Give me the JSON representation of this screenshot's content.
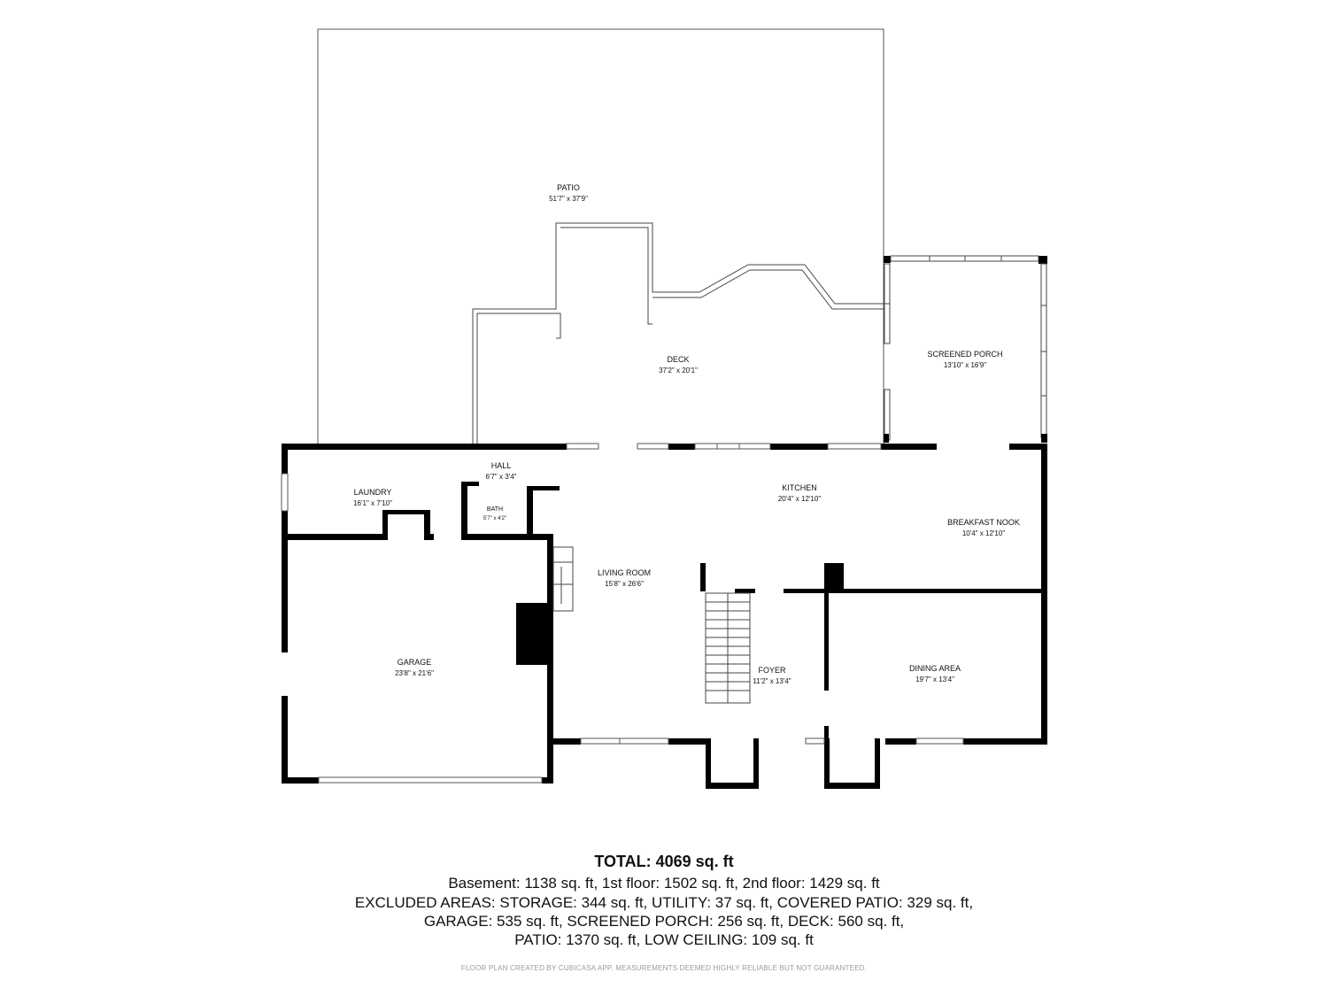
{
  "rooms": {
    "patio": {
      "name": "PATIO",
      "dims": "51'7\" x 37'9\""
    },
    "deck": {
      "name": "DECK",
      "dims": "37'2\" x 20'1\""
    },
    "screened_porch": {
      "name": "SCREENED PORCH",
      "dims": "13'10\" x 16'9\""
    },
    "hall": {
      "name": "HALL",
      "dims": "6'7\" x 3'4\""
    },
    "laundry": {
      "name": "LAUNDRY",
      "dims": "16'1\" x 7'10\""
    },
    "bath": {
      "name": "BATH",
      "dims": "5'7\" x 4'2\""
    },
    "kitchen": {
      "name": "KITCHEN",
      "dims": "20'4\" x 12'10\""
    },
    "breakfast_nook": {
      "name": "BREAKFAST NOOK",
      "dims": "10'4\" x 12'10\""
    },
    "living_room": {
      "name": "LIVING ROOM",
      "dims": "15'8\" x 26'6\""
    },
    "garage": {
      "name": "GARAGE",
      "dims": "23'8\" x 21'6\""
    },
    "foyer": {
      "name": "FOYER",
      "dims": "11'2\" x 13'4\""
    },
    "dining_area": {
      "name": "DINING AREA",
      "dims": "19'7\" x 13'4\""
    }
  },
  "summary": {
    "total": "TOTAL: 4069 sq. ft",
    "line1": "Basement: 1138 sq. ft, 1st floor: 1502 sq. ft, 2nd floor: 1429 sq. ft",
    "line2": "EXCLUDED AREAS: STORAGE: 344 sq. ft, UTILITY: 37 sq. ft, COVERED PATIO: 329 sq. ft,",
    "line3": "GARAGE: 535 sq. ft, SCREENED PORCH: 256 sq. ft, DECK: 560 sq. ft,",
    "line4": "PATIO: 1370 sq. ft, LOW CEILING: 109 sq. ft"
  },
  "disclaimer": "FLOOR PLAN CREATED BY CUBICASA APP. MEASUREMENTS DEEMED HIGHLY RELIABLE BUT NOT GUARANTEED.",
  "colors": {
    "wall": "#000000",
    "thin_line": "#444444",
    "window": "#bbbbbb"
  }
}
